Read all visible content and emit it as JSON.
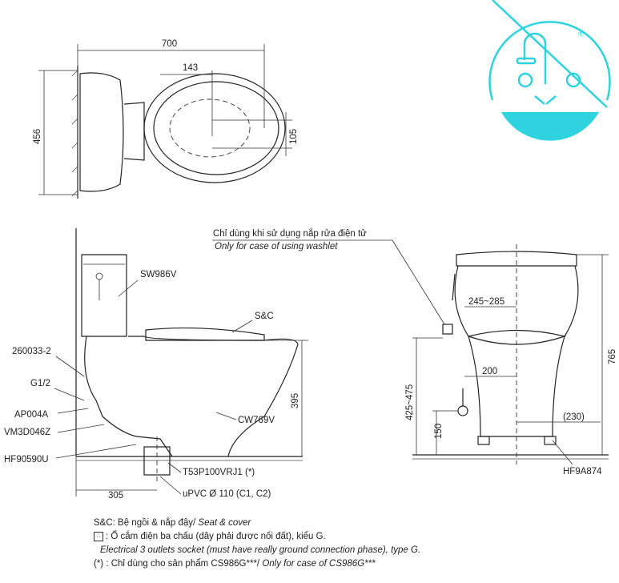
{
  "logo": {
    "mark": "®",
    "color": "#2fd3e0"
  },
  "top_view": {
    "dim_width": "700",
    "dim_depth": "456",
    "dim_143": "143",
    "dim_105": "105"
  },
  "side_view": {
    "labels": {
      "tank": "SW986V",
      "seat": "S&C",
      "p1": "260033-2",
      "p2": "G1/2",
      "p3": "AP004A",
      "p4": "VM3D046Z",
      "p5": "HF90590U",
      "bowl": "CW769V",
      "flange": "T53P100VRJ1 (*)",
      "pipe": "uPVC Ø 110 (C1, C2)"
    },
    "dim_height": "395",
    "dim_rough_in": "305"
  },
  "front_view": {
    "note_vi": "Chỉ dùng khi sử dụng nắp rửa điện tử",
    "note_en": "Only for case of using washlet",
    "dim_245_285": "245~285",
    "dim_200": "200",
    "dim_230": "(230)",
    "dim_425_475": "425~475",
    "dim_150": "150",
    "dim_765": "765",
    "part": "HF9A874"
  },
  "notes": {
    "sc_prefix": "S&C: Bệ ngồi & nắp đậy/ ",
    "sc_en": "Seat & cover",
    "socket_icon": "∴",
    "socket_vi": ": Ổ cắm điện ba chấu (dây phải được nối đất), kiểu G.",
    "socket_en": "Electrical 3 outlets socket (must have really ground connection phase), type G.",
    "star_prefix": "(*) : Chỉ dùng cho sản phẩm CS986G***/ ",
    "star_en": "Only for case of CS986G***"
  }
}
